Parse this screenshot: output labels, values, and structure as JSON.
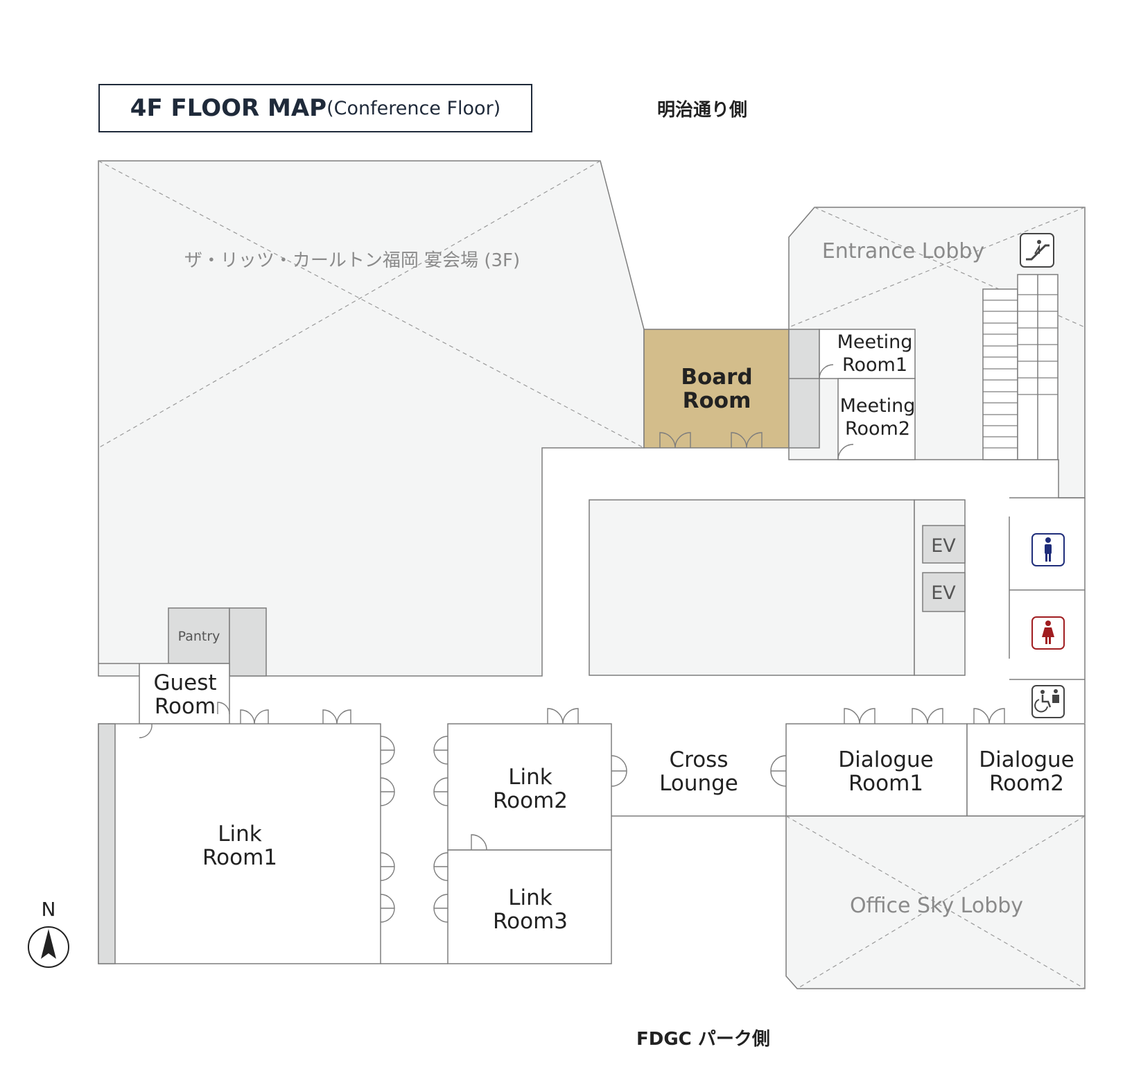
{
  "title": {
    "main": "4F FLOOR MAP",
    "sub": "(Conference Floor)"
  },
  "orientation": {
    "north_side": "明治通り側",
    "south_side": "FDGC パーク側",
    "compass": "N"
  },
  "areas": {
    "banquet": "ザ・リッツ・カールトン福岡 宴会場 (3F)",
    "entrance_lobby": "Entrance Lobby",
    "office_sky_lobby": "Office Sky Lobby",
    "pantry": "Pantry"
  },
  "rooms": {
    "board_room": [
      "Board",
      "Room"
    ],
    "meeting_room1": [
      "Meeting",
      "Room1"
    ],
    "meeting_room2": [
      "Meeting",
      "Room2"
    ],
    "guest_room": [
      "Guest",
      "Room"
    ],
    "link_room1": [
      "Link",
      "Room1"
    ],
    "link_room2": [
      "Link",
      "Room2"
    ],
    "link_room3": [
      "Link",
      "Room3"
    ],
    "cross_lounge": [
      "Cross",
      "Lounge"
    ],
    "dialogue_room1": [
      "Dialogue",
      "Room1"
    ],
    "dialogue_room2": [
      "Dialogue",
      "Room2"
    ]
  },
  "elevators": [
    "EV",
    "EV"
  ],
  "icons": [
    "escalator-icon",
    "mens-restroom-icon",
    "womens-restroom-icon",
    "accessible-restroom-icon",
    "north-arrow-icon"
  ],
  "colors": {
    "board_room": "#d3bd8b",
    "void_area": "#f4f5f5",
    "service_gray": "#dcdddd",
    "wall": "#7a7a7a",
    "mens": "#1f2d7a",
    "womens": "#a01d20"
  }
}
